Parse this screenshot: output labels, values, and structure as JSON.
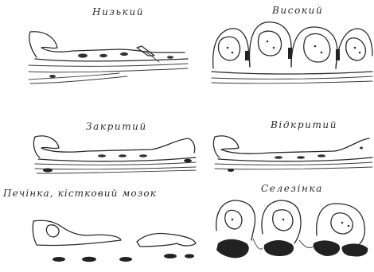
{
  "figure": {
    "panels": [
      {
        "id": "low",
        "caption": "Низький"
      },
      {
        "id": "high",
        "caption": "Високий"
      },
      {
        "id": "closed",
        "caption": "Закритий"
      },
      {
        "id": "open",
        "caption": "Відкритий"
      },
      {
        "id": "liver",
        "caption": "Печінка, кістковий мозок"
      },
      {
        "id": "spleen",
        "caption": "Селезінка"
      }
    ]
  }
}
